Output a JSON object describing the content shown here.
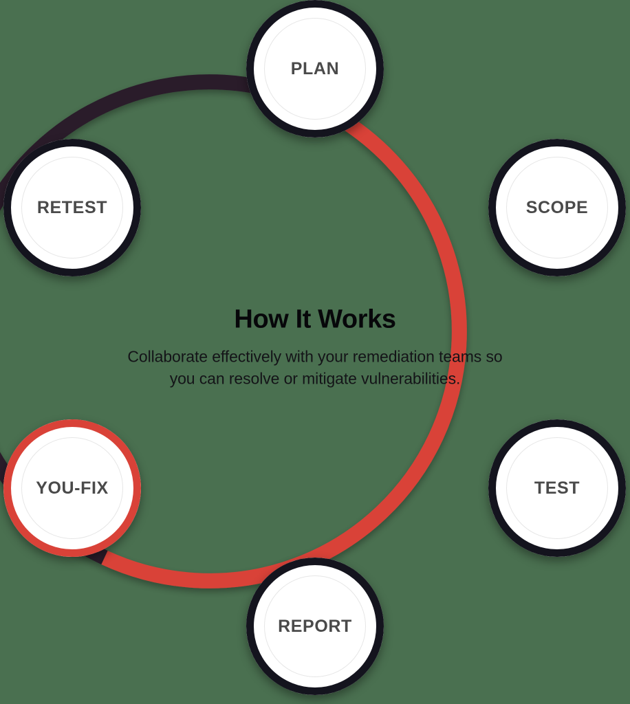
{
  "diagram": {
    "type": "cycle",
    "title": "How It Works",
    "background_color": "#4a7050",
    "center": {
      "title": "How It Works",
      "subtitle": "Collaborate effectively with your remediation teams so you can resolve or mitigate vulnerabilities."
    },
    "colors": {
      "background": "#4a7050",
      "accent_red": "#d94238",
      "arc_dark": "#2a1b2a",
      "ring_dark": "#14141e",
      "node_fill": "#ffffff",
      "label_text": "#4a4a4a",
      "title_text": "#07070a"
    },
    "nodes": [
      {
        "id": "plan",
        "label": "PLAN",
        "state": "default",
        "ring_color": "#14141e",
        "angle_deg": 270
      },
      {
        "id": "scope",
        "label": "SCOPE",
        "state": "default",
        "ring_color": "#14141e",
        "angle_deg": 330
      },
      {
        "id": "test",
        "label": "TEST",
        "state": "default",
        "ring_color": "#14141e",
        "angle_deg": 30
      },
      {
        "id": "report",
        "label": "REPORT",
        "state": "default",
        "ring_color": "#14141e",
        "angle_deg": 90
      },
      {
        "id": "youfix",
        "label": "YOU-FIX",
        "state": "active",
        "ring_color": "#d94238",
        "angle_deg": 150
      },
      {
        "id": "retest",
        "label": "RETEST",
        "state": "default",
        "ring_color": "#14141e",
        "angle_deg": 210
      }
    ],
    "arcs": [
      {
        "id": "arc-red",
        "color": "#d94238",
        "from": "plan",
        "to": "youfix",
        "direction": "clockwise"
      },
      {
        "id": "arc-dark",
        "color": "#2a1b2a",
        "from": "youfix",
        "to": "plan",
        "direction": "clockwise"
      }
    ]
  }
}
